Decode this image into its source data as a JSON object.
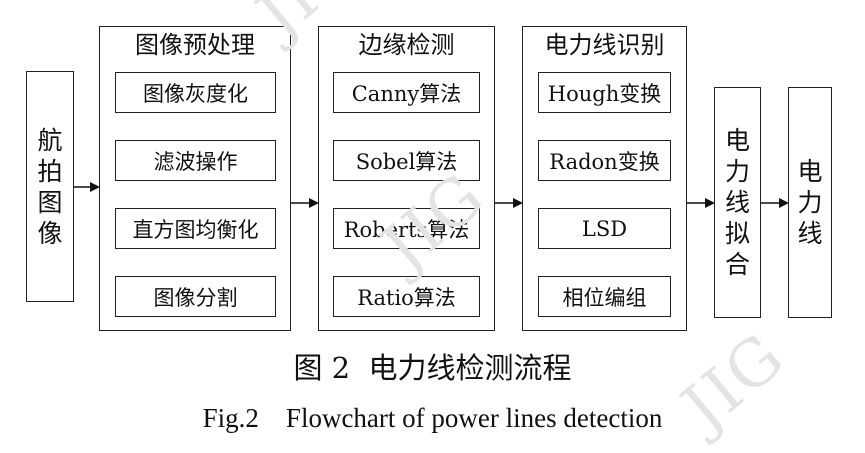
{
  "input": {
    "chars": [
      "航",
      "拍",
      "图",
      "像"
    ]
  },
  "stages": [
    {
      "title": "图像预处理",
      "steps": [
        "图像灰度化",
        "滤波操作",
        "直方图均衡化",
        "图像分割"
      ]
    },
    {
      "title": "边缘检测",
      "steps": [
        "Canny算法",
        "Sobel算法",
        "Roberts算法",
        "Ratio算法"
      ]
    },
    {
      "title": "电力线识别",
      "steps": [
        "Hough变换",
        "Radon变换",
        "LSD",
        "相位编组"
      ]
    }
  ],
  "fitting": {
    "chars": [
      "电",
      "力",
      "线",
      "拟",
      "合"
    ]
  },
  "output": {
    "chars": [
      "电",
      "力",
      "线"
    ]
  },
  "caption_cn": "图 2  电力线检测流程",
  "caption_en": "Fig.2    Flowchart of power lines detection",
  "watermarks": [
    "JIG",
    "JIG",
    "JIG"
  ]
}
